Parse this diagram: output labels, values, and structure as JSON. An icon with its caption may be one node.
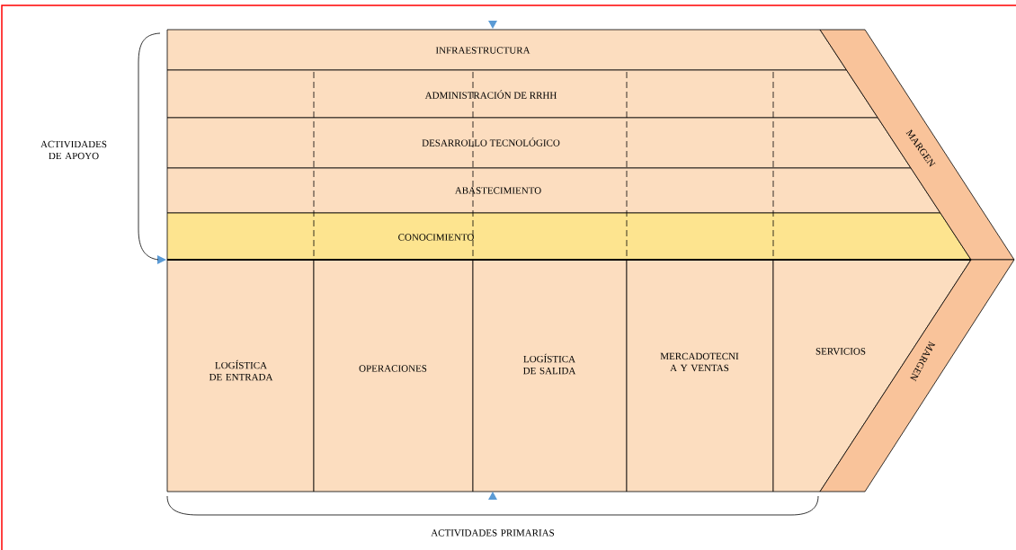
{
  "diagram": {
    "nodes": [
      {
        "text": [
          "INFRAESTRUCTURA"
        ]
      },
      {
        "text": [
          "ADMINISTRACIÓN DE RRHH"
        ]
      },
      {
        "text": [
          "DESARROLLO TECNOLÓGICO"
        ]
      },
      {
        "text": [
          "ABASTECIMIENTO"
        ]
      },
      {
        "text": [
          "CONOCIMIENTO"
        ]
      },
      {
        "text": [
          "MARGEN"
        ]
      },
      {
        "text": [
          "LOGÍSTICA DE ENTRADA"
        ]
      },
      {
        "text": [
          "OPERACIONES"
        ]
      },
      {
        "text": [
          "LOGÍSTICA DE SALIDA"
        ]
      },
      {
        "text": [
          "MERCADOTECNI A Y VENTAS"
        ]
      },
      {
        "text": [
          "SERVICIOS"
        ]
      },
      {
        "text": [
          "MARGEN"
        ]
      }
    ],
    "labels": [
      "ACTIVIDADES DE APOYO",
      "ACTIVIDADES PRIMARIAS"
    ]
  }
}
